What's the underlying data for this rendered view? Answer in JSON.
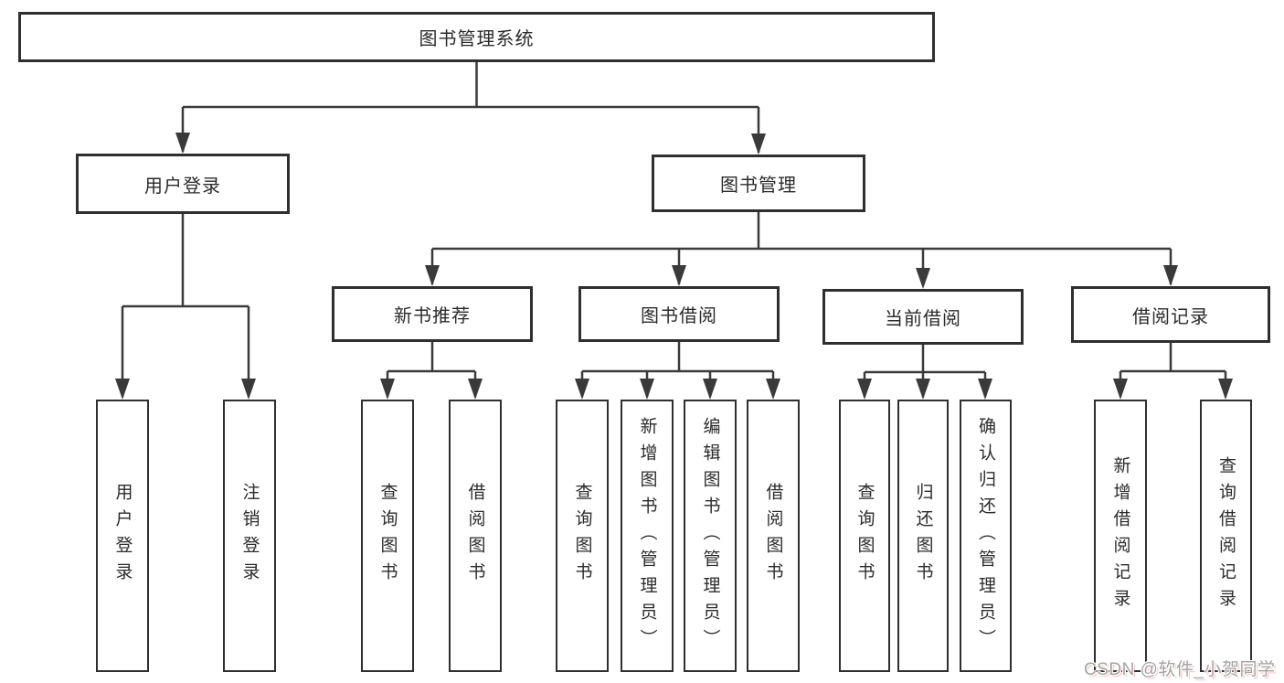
{
  "tree": {
    "root": {
      "label": "图书管理系统"
    },
    "login": {
      "label": "用户登录",
      "children": [
        {
          "label": "用户登录"
        },
        {
          "label": "注销登录"
        }
      ]
    },
    "mgmt": {
      "label": "图书管理"
    },
    "rec": {
      "label": "新书推荐",
      "children": [
        {
          "label": "查询图书"
        },
        {
          "label": "借阅图书"
        }
      ]
    },
    "borrow": {
      "label": "图书借阅",
      "children": [
        {
          "label": "查询图书"
        },
        {
          "label": "新增图书（管理员）"
        },
        {
          "label": "编辑图书（管理员）"
        },
        {
          "label": "借阅图书"
        }
      ]
    },
    "current": {
      "label": "当前借阅",
      "children": [
        {
          "label": "查询图书"
        },
        {
          "label": "归还图书"
        },
        {
          "label": "确认归还（管理员）"
        }
      ]
    },
    "records": {
      "label": "借阅记录",
      "children": [
        {
          "label": "新增借阅记录"
        },
        {
          "label": "查询借阅记录"
        }
      ]
    }
  },
  "watermark": {
    "text": "CSDN @软件_小贺同学"
  },
  "colors": {
    "line": "#3a3a3a",
    "border": "#2f2f2f",
    "text": "#2b2b2b",
    "background": "#ffffff",
    "watermark": "#a3a3a3"
  }
}
